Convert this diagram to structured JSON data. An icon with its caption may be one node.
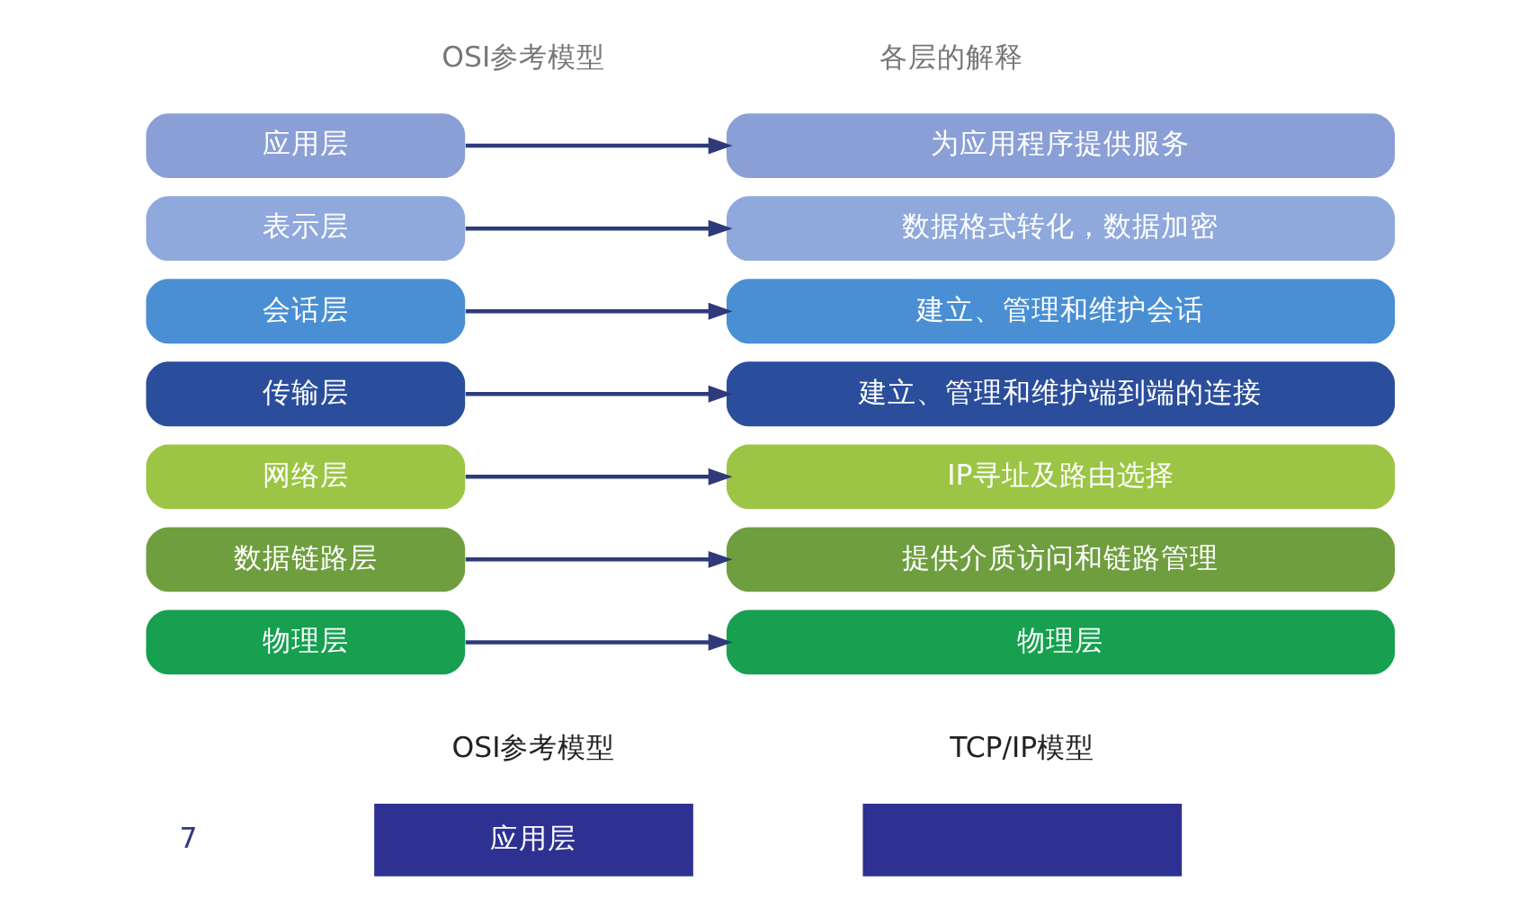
{
  "diagram": {
    "nodes": [
      {
        "text": [
          "应用层"
        ]
      },
      {
        "text": [
          "为应用程序提供服务"
        ]
      },
      {
        "text": [
          "表示层"
        ]
      },
      {
        "text": [
          "数据格式转化，数据加密"
        ]
      },
      {
        "text": [
          "会话层"
        ]
      },
      {
        "text": [
          "建立、管理和维护会话"
        ]
      },
      {
        "text": [
          "传输层"
        ]
      },
      {
        "text": [
          "建立、管理和维护端到端的连接"
        ]
      },
      {
        "text": [
          "网络层"
        ]
      },
      {
        "text": [
          "IP寻址及路由选择"
        ]
      },
      {
        "text": [
          "数据链路层"
        ]
      },
      {
        "text": [
          "提供介质访问和链路管理"
        ]
      },
      {
        "text": [
          "物理层"
        ]
      },
      {
        "text": [
          "物理层"
        ]
      },
      {
        "text": [
          "应用层"
        ]
      },
      {
        "text": [],
        "shape": "box"
      }
    ],
    "edges": [
      {
        "from": 0,
        "to": 1,
        "arrow": "to"
      },
      {
        "from": 2,
        "to": 3,
        "arrow": "to"
      },
      {
        "from": 4,
        "to": 5,
        "arrow": "to"
      },
      {
        "from": 6,
        "to": 7,
        "arrow": "to"
      },
      {
        "from": 8,
        "to": 9,
        "arrow": "to"
      },
      {
        "from": 10,
        "to": 11,
        "arrow": "to"
      },
      {
        "from": 12,
        "to": 13,
        "arrow": "to"
      }
    ],
    "labels": [
      "OSI参考模型",
      "各层的解释",
      "OSI参考模型",
      "TCP/IP模型",
      "7"
    ]
  }
}
